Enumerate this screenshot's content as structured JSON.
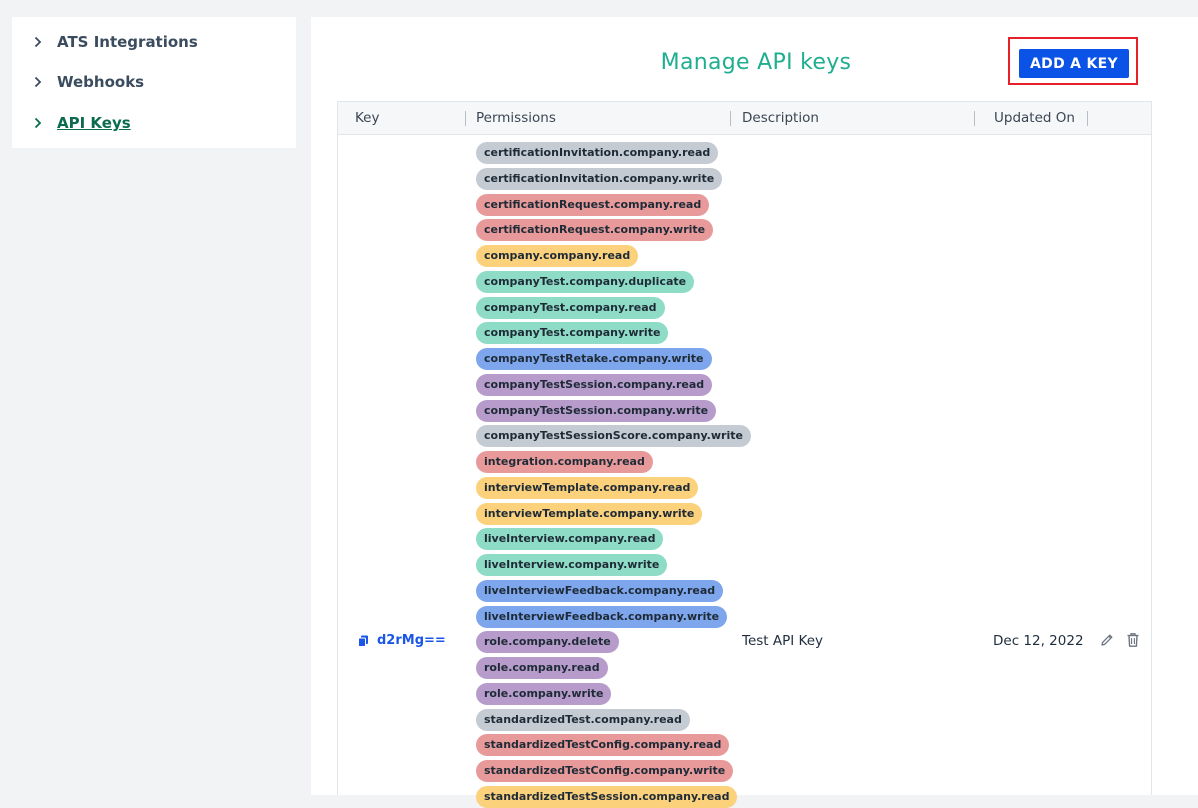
{
  "sidebar": {
    "items": [
      {
        "label": "ATS Integrations",
        "active": false
      },
      {
        "label": "Webhooks",
        "active": false
      },
      {
        "label": "API Keys",
        "active": true
      }
    ]
  },
  "header": {
    "title": "Manage API keys",
    "add_key_label": "ADD A KEY"
  },
  "table": {
    "columns": [
      "Key",
      "Permissions",
      "Description",
      "Updated On"
    ],
    "rows": [
      {
        "key": "d2rMg==",
        "description": "Test API Key",
        "updated_on": "Dec 12, 2022",
        "permissions": [
          {
            "label": "certificationInvitation.company.read",
            "color": "#c5cbd3"
          },
          {
            "label": "certificationInvitation.company.write",
            "color": "#c5cbd3"
          },
          {
            "label": "certificationRequest.company.read",
            "color": "#e89a9a"
          },
          {
            "label": "certificationRequest.company.write",
            "color": "#e89a9a"
          },
          {
            "label": "company.company.read",
            "color": "#fbd17c"
          },
          {
            "label": "companyTest.company.duplicate",
            "color": "#8edcc6"
          },
          {
            "label": "companyTest.company.read",
            "color": "#8edcc6"
          },
          {
            "label": "companyTest.company.write",
            "color": "#8edcc6"
          },
          {
            "label": "companyTestRetake.company.write",
            "color": "#7ea6ec"
          },
          {
            "label": "companyTestSession.company.read",
            "color": "#b79ccb"
          },
          {
            "label": "companyTestSession.company.write",
            "color": "#b79ccb"
          },
          {
            "label": "companyTestSessionScore.company.write",
            "color": "#c5cbd3"
          },
          {
            "label": "integration.company.read",
            "color": "#e89a9a"
          },
          {
            "label": "interviewTemplate.company.read",
            "color": "#fbd17c"
          },
          {
            "label": "interviewTemplate.company.write",
            "color": "#fbd17c"
          },
          {
            "label": "liveInterview.company.read",
            "color": "#8edcc6"
          },
          {
            "label": "liveInterview.company.write",
            "color": "#8edcc6"
          },
          {
            "label": "liveInterviewFeedback.company.read",
            "color": "#7ea6ec"
          },
          {
            "label": "liveInterviewFeedback.company.write",
            "color": "#7ea6ec"
          },
          {
            "label": "role.company.delete",
            "color": "#b79ccb"
          },
          {
            "label": "role.company.read",
            "color": "#b79ccb"
          },
          {
            "label": "role.company.write",
            "color": "#b79ccb"
          },
          {
            "label": "standardizedTest.company.read",
            "color": "#c5cbd3"
          },
          {
            "label": "standardizedTestConfig.company.read",
            "color": "#e89a9a"
          },
          {
            "label": "standardizedTestConfig.company.write",
            "color": "#e89a9a"
          },
          {
            "label": "standardizedTestSession.company.read",
            "color": "#fbd17c"
          }
        ]
      }
    ]
  },
  "icons": {
    "sidebar_chevron": "chevron-right-icon",
    "copy": "copy-icon",
    "edit": "pencil-icon",
    "delete": "trash-icon"
  },
  "colors": {
    "title": "#1fae8f",
    "primary_button": "#0b52e6",
    "highlight_box": "#e8202a",
    "active_nav": "#0b6b4f",
    "key_link": "#1a56e8"
  }
}
